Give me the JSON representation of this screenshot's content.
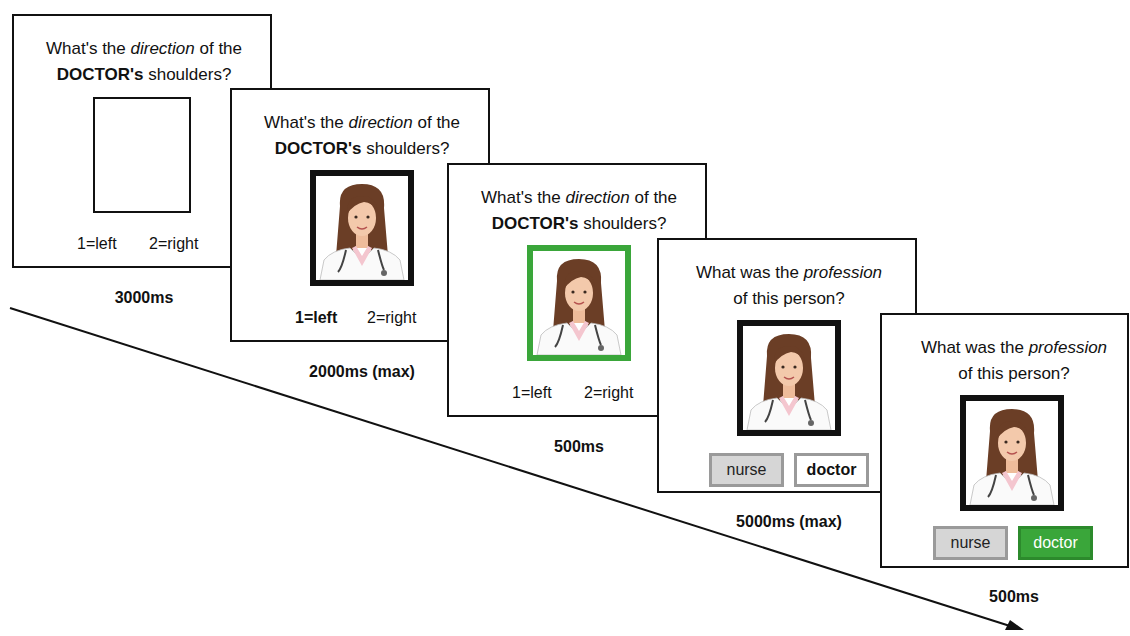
{
  "diagram": {
    "nodes": [
      {
        "text": [
          "What's the direction of the DOCTOR's shoulders?",
          "1=left",
          "2=right",
          "3000ms"
        ]
      },
      {
        "text": [
          "What's the direction of the DOCTOR's shoulders?",
          "1=left",
          "2=right",
          "2000ms (max)"
        ]
      },
      {
        "text": [
          "What's the direction of the DOCTOR's shoulders?",
          "1=left",
          "2=right",
          "500ms"
        ]
      },
      {
        "text": [
          "What was the profession of this person?",
          "5000ms (max)"
        ]
      },
      {
        "text": [
          "nurse"
        ],
        "in": 3
      },
      {
        "text": [
          "doctor"
        ],
        "in": 3
      },
      {
        "text": [
          "What was the profession of this person?",
          "500ms"
        ]
      },
      {
        "text": [
          "nurse"
        ],
        "in": 6
      },
      {
        "text": [
          "doctor"
        ],
        "in": 6
      }
    ]
  }
}
